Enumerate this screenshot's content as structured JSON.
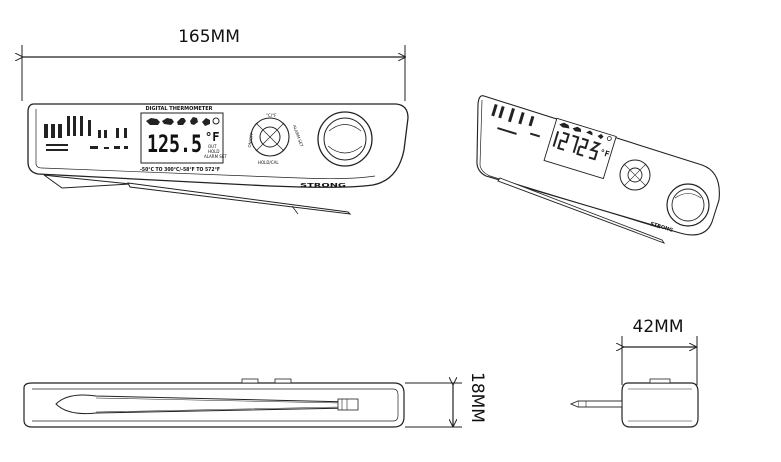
{
  "dimensions": {
    "length": "165MM",
    "width": "42MM",
    "thickness": "18MM"
  },
  "device": {
    "header": "DIGITAL THERMOMETER",
    "reading": "125.5",
    "unit": "°F",
    "range": "-50°C TO 300°C/-58°F TO 572°F",
    "brand": "STRONG",
    "buttons": {
      "power": "ON/OFF",
      "unit_toggle": "°C/°F",
      "alarm": "ALARM SET",
      "hold": "HOLD/CAL"
    },
    "status": {
      "out": "OUT",
      "hold": "HOLD",
      "alarm": "ALARM SET"
    }
  },
  "colors": {
    "line": "#222222",
    "fill": "#ffffff"
  }
}
